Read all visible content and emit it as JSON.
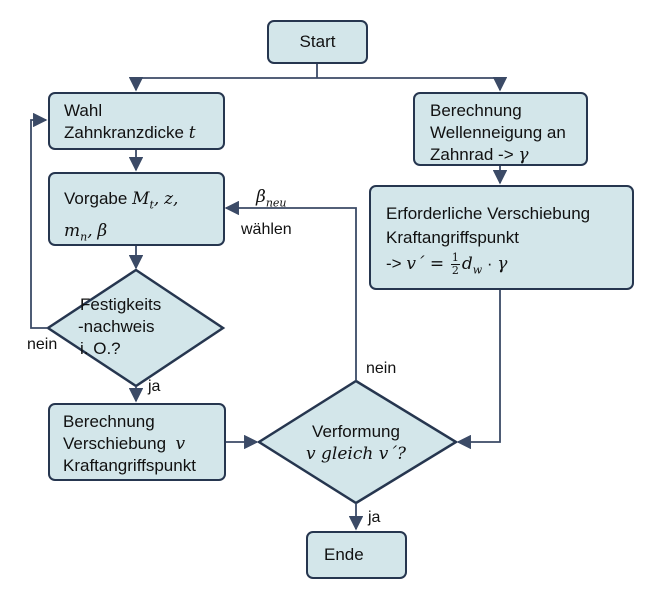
{
  "nodes": {
    "start": "Start",
    "wahl": {
      "line1": "Wahl",
      "line2": "Zahnkranzdicke",
      "var": "t"
    },
    "vorgabe": {
      "prefix": "Vorgabe",
      "mt": "M",
      "mt_sub": "t",
      "z": "z,",
      "mn": "m",
      "mn_sub": "n",
      "beta": "β"
    },
    "festigkeit": {
      "line1": "Festigkeits",
      "line2": "-nachweis",
      "line3": "i. O.?"
    },
    "berechnung_v": {
      "line1": "Berechnung",
      "line2": "Verschiebung",
      "var": "v",
      "line3": "Kraftangriffspunkt"
    },
    "berechnung_w": {
      "line1": "Berechnung",
      "line2": "Wellenneigung an",
      "line3": "Zahnrad ->",
      "var": "γ"
    },
    "erforderlich": {
      "line1": "Erforderliche Verschiebung",
      "line2": "Kraftangriffspunkt",
      "arrow": "->",
      "vp": "v´ =",
      "frac_num": "1",
      "frac_den": "2",
      "dw": "d",
      "dw_sub": "w",
      "dot": "·",
      "gamma": "γ"
    },
    "verformung": {
      "line1": "Verformung",
      "line2": "v gleich v´?"
    },
    "ende": "Ende"
  },
  "labels": {
    "nein_left": "nein",
    "ja_fest": "ja",
    "beta_neu": "β",
    "beta_neu_sub": "neu",
    "waehlen": "wählen",
    "nein_right": "nein",
    "ja_verf": "ja"
  },
  "colors": {
    "box_fill": "#d3e6ea",
    "border": "#26364f",
    "line": "#3b4a66"
  }
}
